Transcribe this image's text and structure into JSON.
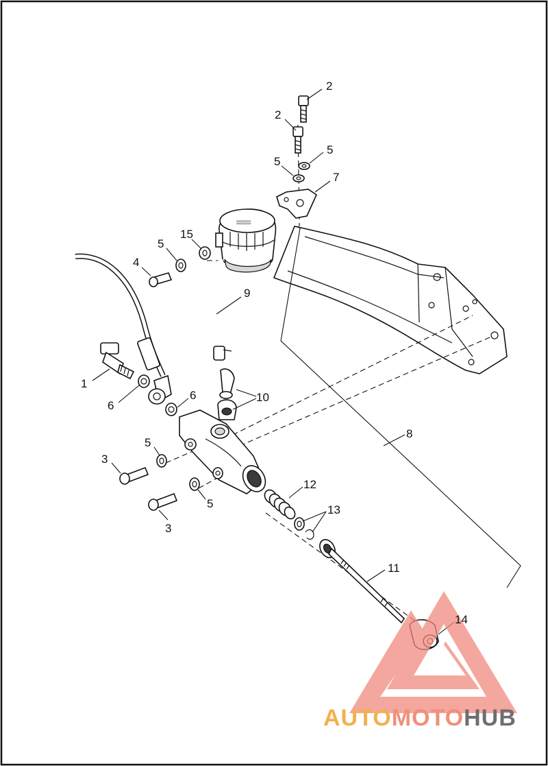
{
  "diagram": {
    "callouts": {
      "c1": "1",
      "c2a": "2",
      "c2b": "2",
      "c3a": "3",
      "c3b": "3",
      "c4": "4",
      "c5a": "5",
      "c5b": "5",
      "c5c": "5",
      "c5d": "5",
      "c5e": "5",
      "c6a": "6",
      "c6b": "6",
      "c7": "7",
      "c8": "8",
      "c9": "9",
      "c10": "10",
      "c11": "11",
      "c12": "12",
      "c13": "13",
      "c14": "14",
      "c15": "15"
    }
  },
  "watermark": {
    "text_auto": "AUTO",
    "text_moto": "MOTO",
    "text_hub": "HUB",
    "colors": {
      "auto": "#f3b04f",
      "moto": "#f08f7a",
      "hub": "#6e6e6e",
      "triangle": "#f08a7d"
    }
  },
  "colors": {
    "line": "#111111",
    "background": "#ffffff",
    "frame": "#111111"
  }
}
